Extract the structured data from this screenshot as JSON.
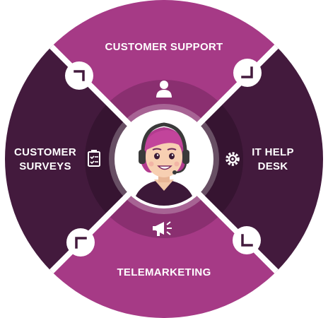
{
  "diagram": {
    "segments": [
      {
        "id": "customer-support",
        "lines": [
          "CUSTOMER SUPPORT"
        ],
        "icon": "user-icon"
      },
      {
        "id": "it-help-desk",
        "lines": [
          "IT HELP",
          "DESK"
        ],
        "icon": "gear-icon"
      },
      {
        "id": "telemarketing",
        "lines": [
          "TELEMARKETING"
        ],
        "icon": "megaphone-icon"
      },
      {
        "id": "customer-surveys",
        "lines": [
          "CUSTOMER",
          "SURVEYS"
        ],
        "icon": "clipboard-icon"
      }
    ],
    "center": {
      "icon": "support-agent-avatar"
    },
    "colors": {
      "magenta": "#a63a86",
      "plum": "#431a3d",
      "magenta_inner": "#8a2f70",
      "plum_inner": "#361431",
      "magenta_core": "#7c2964",
      "plum_core": "#2d1029",
      "divider": "#ffffff"
    }
  }
}
